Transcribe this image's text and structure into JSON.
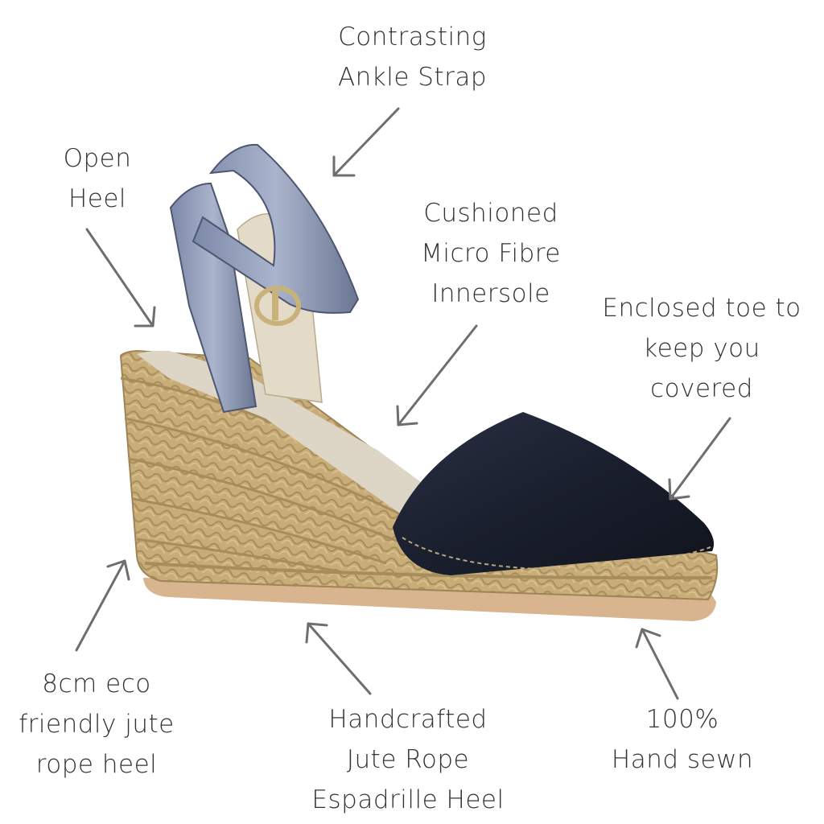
{
  "annotations": {
    "ankle_strap": [
      "Contrasting",
      "Ankle Strap"
    ],
    "open_heel": [
      "Open",
      "Heel"
    ],
    "innersole": [
      "Cushioned",
      "Micro Fibre",
      "Innersole"
    ],
    "toe": [
      "Enclosed toe to",
      "keep you",
      "covered"
    ],
    "eco_heel": [
      "8cm eco",
      "friendly jute",
      "rope heel"
    ],
    "rope_heel": [
      "Handcrafted",
      "Jute Rope",
      "Espadrille Heel"
    ],
    "hand_sewn": [
      "100%",
      "Hand sewn"
    ]
  },
  "colors": {
    "arrow": "#6e6e6e",
    "jute": "#c9ad79",
    "leather_toe": "#1d2233",
    "strap": "#8e9bb8",
    "lining": "#ddd6c6"
  }
}
